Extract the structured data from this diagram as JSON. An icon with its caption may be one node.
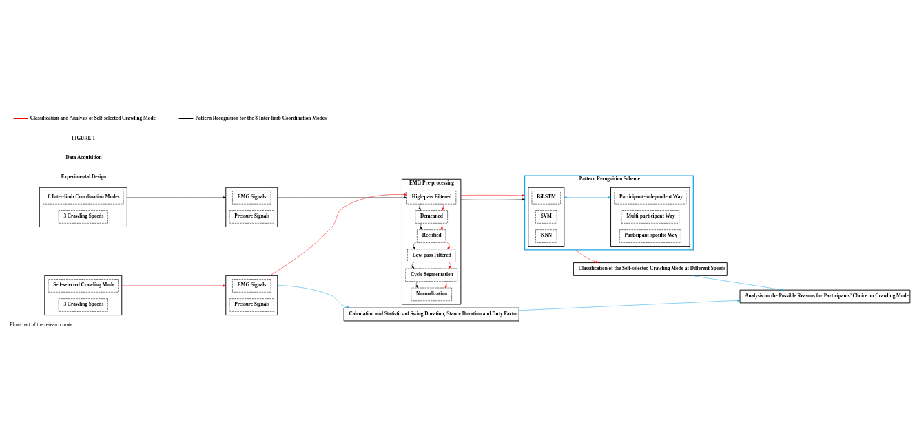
{
  "diagram": {
    "caption": "Flowchart of the research route.",
    "nodes": [
      {
        "text": [],
        "shape": "box"
      },
      {
        "text": [
          "8 Inter-limb Coordination Modes"
        ],
        "in": 0
      },
      {
        "text": [
          "3 Crawling Speeds"
        ],
        "in": 0
      },
      {
        "text": [],
        "shape": "box"
      },
      {
        "text": [
          "EMG Signals"
        ],
        "in": 3
      },
      {
        "text": [
          "Pressure Signals"
        ],
        "in": 3
      },
      {
        "text": [],
        "shape": "box"
      },
      {
        "text": [
          "Self-selected Crawling Mode"
        ],
        "in": 6
      },
      {
        "text": [
          "3 Crawling Speeds"
        ],
        "in": 6
      },
      {
        "text": [],
        "shape": "box"
      },
      {
        "text": [
          "EMG Signals"
        ],
        "in": 9
      },
      {
        "text": [
          "Pressure Signals"
        ],
        "in": 9
      },
      {
        "text": [
          "EMG Pre-processing"
        ]
      },
      {
        "text": [
          "High-pass Filtered"
        ],
        "in": 12
      },
      {
        "text": [
          "Demeaned"
        ],
        "in": 12
      },
      {
        "text": [
          "Rectified"
        ],
        "in": 12
      },
      {
        "text": [
          "Low-pass Filtered"
        ],
        "in": 12
      },
      {
        "text": [
          "Cycle Segmentation"
        ],
        "in": 12
      },
      {
        "text": [
          "Normalization"
        ],
        "in": 12
      },
      {
        "text": [
          "Pattern Recognition Scheme"
        ]
      },
      {
        "text": [],
        "shape": "box",
        "in": 19
      },
      {
        "text": [
          "BiLSTM"
        ],
        "in": 20
      },
      {
        "text": [
          "SVM"
        ],
        "in": 20
      },
      {
        "text": [
          "KNN"
        ],
        "in": 20
      },
      {
        "text": [],
        "shape": "box",
        "in": 19
      },
      {
        "text": [
          "Participant-independent Way"
        ],
        "in": 24
      },
      {
        "text": [
          "Multi-participant Way"
        ],
        "in": 24
      },
      {
        "text": [
          "Participant-specific Way"
        ],
        "in": 24
      },
      {
        "text": [
          "Classification of the Self-selected Crawling Mode at Different Speeds"
        ]
      },
      {
        "text": [
          "Calculation and Statistics of Swing Duration, Stance Duration and Duty Factor"
        ]
      },
      {
        "text": [
          "Analysis on the Possible Reasons for Participants’ Choice on Crawling Mode"
        ]
      }
    ],
    "edges": [
      {
        "from": 0,
        "to": 3,
        "arrow": "to",
        "color": "#000000"
      },
      {
        "from": 6,
        "to": 9,
        "arrow": "to",
        "color": "#ff0000"
      },
      {
        "from": 3,
        "to": 13,
        "arrow": "to",
        "color": "#000000"
      },
      {
        "from": 9,
        "to": 13,
        "arrow": "to",
        "color": "#ff0000"
      },
      {
        "from": 13,
        "to": 14,
        "arrow": "to",
        "color": "#ff0000"
      },
      {
        "from": 13,
        "to": 14,
        "arrow": "to",
        "color": "#000000"
      },
      {
        "from": 14,
        "to": 15,
        "arrow": "to",
        "color": "#ff0000"
      },
      {
        "from": 14,
        "to": 15,
        "arrow": "to",
        "color": "#000000"
      },
      {
        "from": 15,
        "to": 16,
        "arrow": "to",
        "color": "#ff0000"
      },
      {
        "from": 15,
        "to": 16,
        "arrow": "to",
        "color": "#000000"
      },
      {
        "from": 16,
        "to": 17,
        "arrow": "to",
        "color": "#ff0000"
      },
      {
        "from": 16,
        "to": 17,
        "arrow": "to",
        "color": "#000000"
      },
      {
        "from": 17,
        "to": 18,
        "arrow": "to",
        "color": "#ff0000"
      },
      {
        "from": 17,
        "to": 18,
        "arrow": "to",
        "color": "#000000"
      },
      {
        "from": 12,
        "to": 19,
        "arrow": "to",
        "color": "#000000"
      },
      {
        "from": 12,
        "to": 19,
        "arrow": "to",
        "color": "#ff0000"
      },
      {
        "from": 20,
        "to": 24,
        "arrow": "both",
        "color": "#1aa7e6"
      },
      {
        "from": 19,
        "to": 28,
        "arrow": "to",
        "color": "#ff0000"
      },
      {
        "from": 9,
        "to": 29,
        "arrow": "to",
        "color": "#1aa7e6"
      },
      {
        "from": 28,
        "to": 30,
        "arrow": "to",
        "color": "#1aa7e6"
      },
      {
        "from": 29,
        "to": 30,
        "arrow": "to",
        "color": "#1aa7e6"
      }
    ],
    "labels": [
      "Experimental Design",
      "Data Acquisition",
      "FIGURE 1"
    ],
    "legend": [
      {
        "text": "Classification and Analysis of Self-selected Crawling Mode"
      },
      {
        "text": "Pattern Recognition for the 8 Inter-limb Coordination Modes"
      }
    ]
  }
}
